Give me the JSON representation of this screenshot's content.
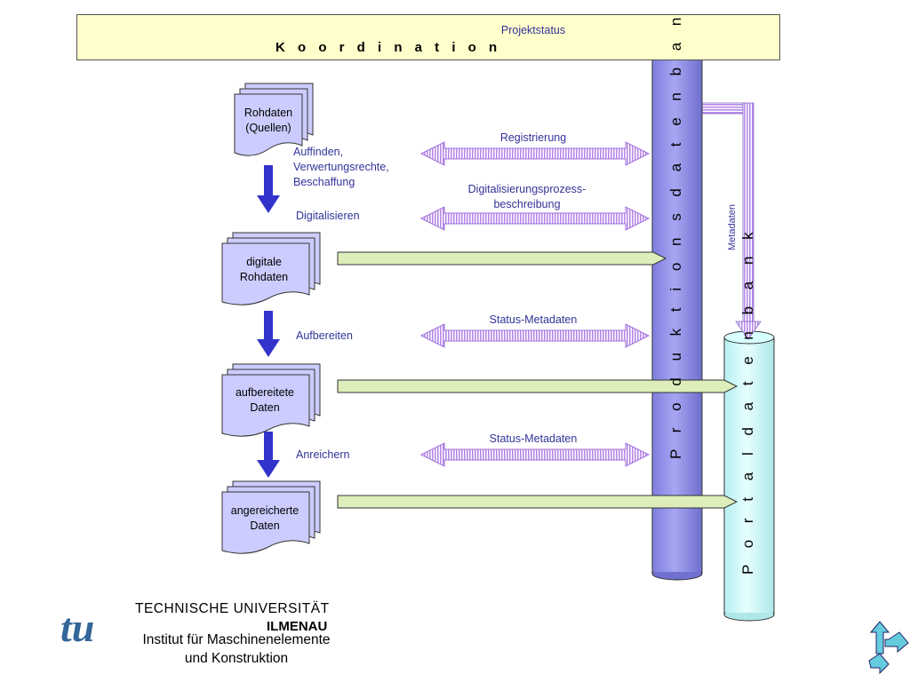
{
  "title": "K o o r d i n a t i o n",
  "connectors": {
    "projektstatus": "Projektstatus",
    "registrierung": "Registrierung",
    "digitalisierungsprozess": "Digitalisierungsprozess-\nbeschreibung",
    "status_metadaten_1": "Status-Metadaten",
    "status_metadaten_2": "Status-Metadaten",
    "metadaten": "Metadaten"
  },
  "nodes": {
    "rohdaten": "Rohdaten\n(Quellen)",
    "digitale_rohdaten": "digitale\nRohdaten",
    "aufbereitete_daten": "aufbereitete\nDaten",
    "angereicherte_daten": "angereicherte\nDaten"
  },
  "steps": {
    "auffinden": "Auffinden,\nVerwertungsrechte,\nBeschaffung",
    "digitalisieren": "Digitalisieren",
    "aufbereiten": "Aufbereiten",
    "anreichern": "Anreichern"
  },
  "databases": {
    "produktion": "P r o d u k t i o n s d a t e n b a n k",
    "portal": "P o r t a l d a t e n b a n k"
  },
  "footer": {
    "university": "TECHNISCHE UNIVERSITÄT",
    "city": "ILMENAU",
    "institute": "Institut für Maschinenelemente\nund Konstruktion",
    "logo_text": "tu"
  },
  "colors": {
    "koordination_bg": "#ffffcc",
    "produktion_db": "#9999ee",
    "portal_db": "#ccffff",
    "text_blue": "#333399",
    "down_arrow": "#3333cc",
    "data_arrow": "#ddeebb",
    "double_arrow": "#cc99ff"
  }
}
